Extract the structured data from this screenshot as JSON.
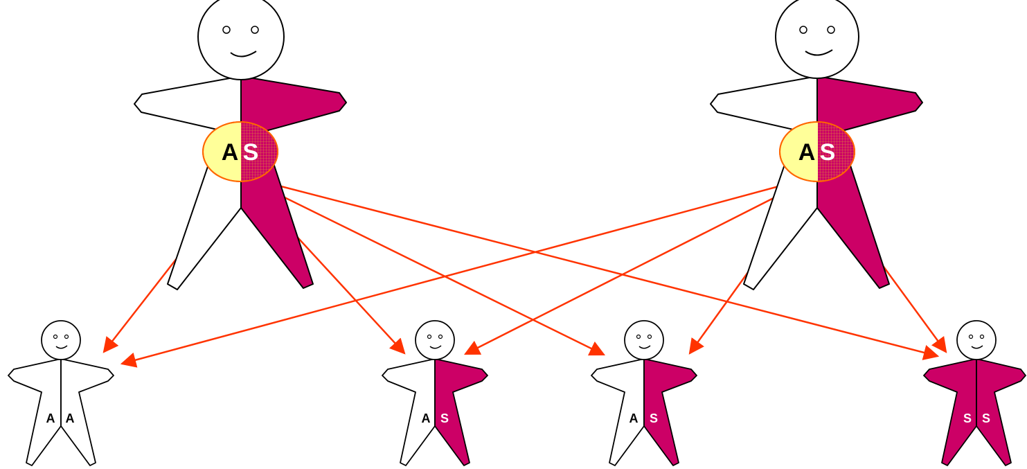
{
  "colors": {
    "affected": "#cc0066",
    "unaffected": "#ffffff",
    "outline": "#000000",
    "arrow": "#ff3300",
    "chest_fill": "#ffff99",
    "chest_stroke": "#ff6600"
  },
  "parents": {
    "left": {
      "allele_1": "A",
      "allele_2": "S"
    },
    "right": {
      "allele_1": "A",
      "allele_2": "S"
    }
  },
  "children": [
    {
      "allele_1": "A",
      "allele_2": "A"
    },
    {
      "allele_1": "A",
      "allele_2": "S"
    },
    {
      "allele_1": "A",
      "allele_2": "S"
    },
    {
      "allele_1": "S",
      "allele_2": "S"
    }
  ]
}
